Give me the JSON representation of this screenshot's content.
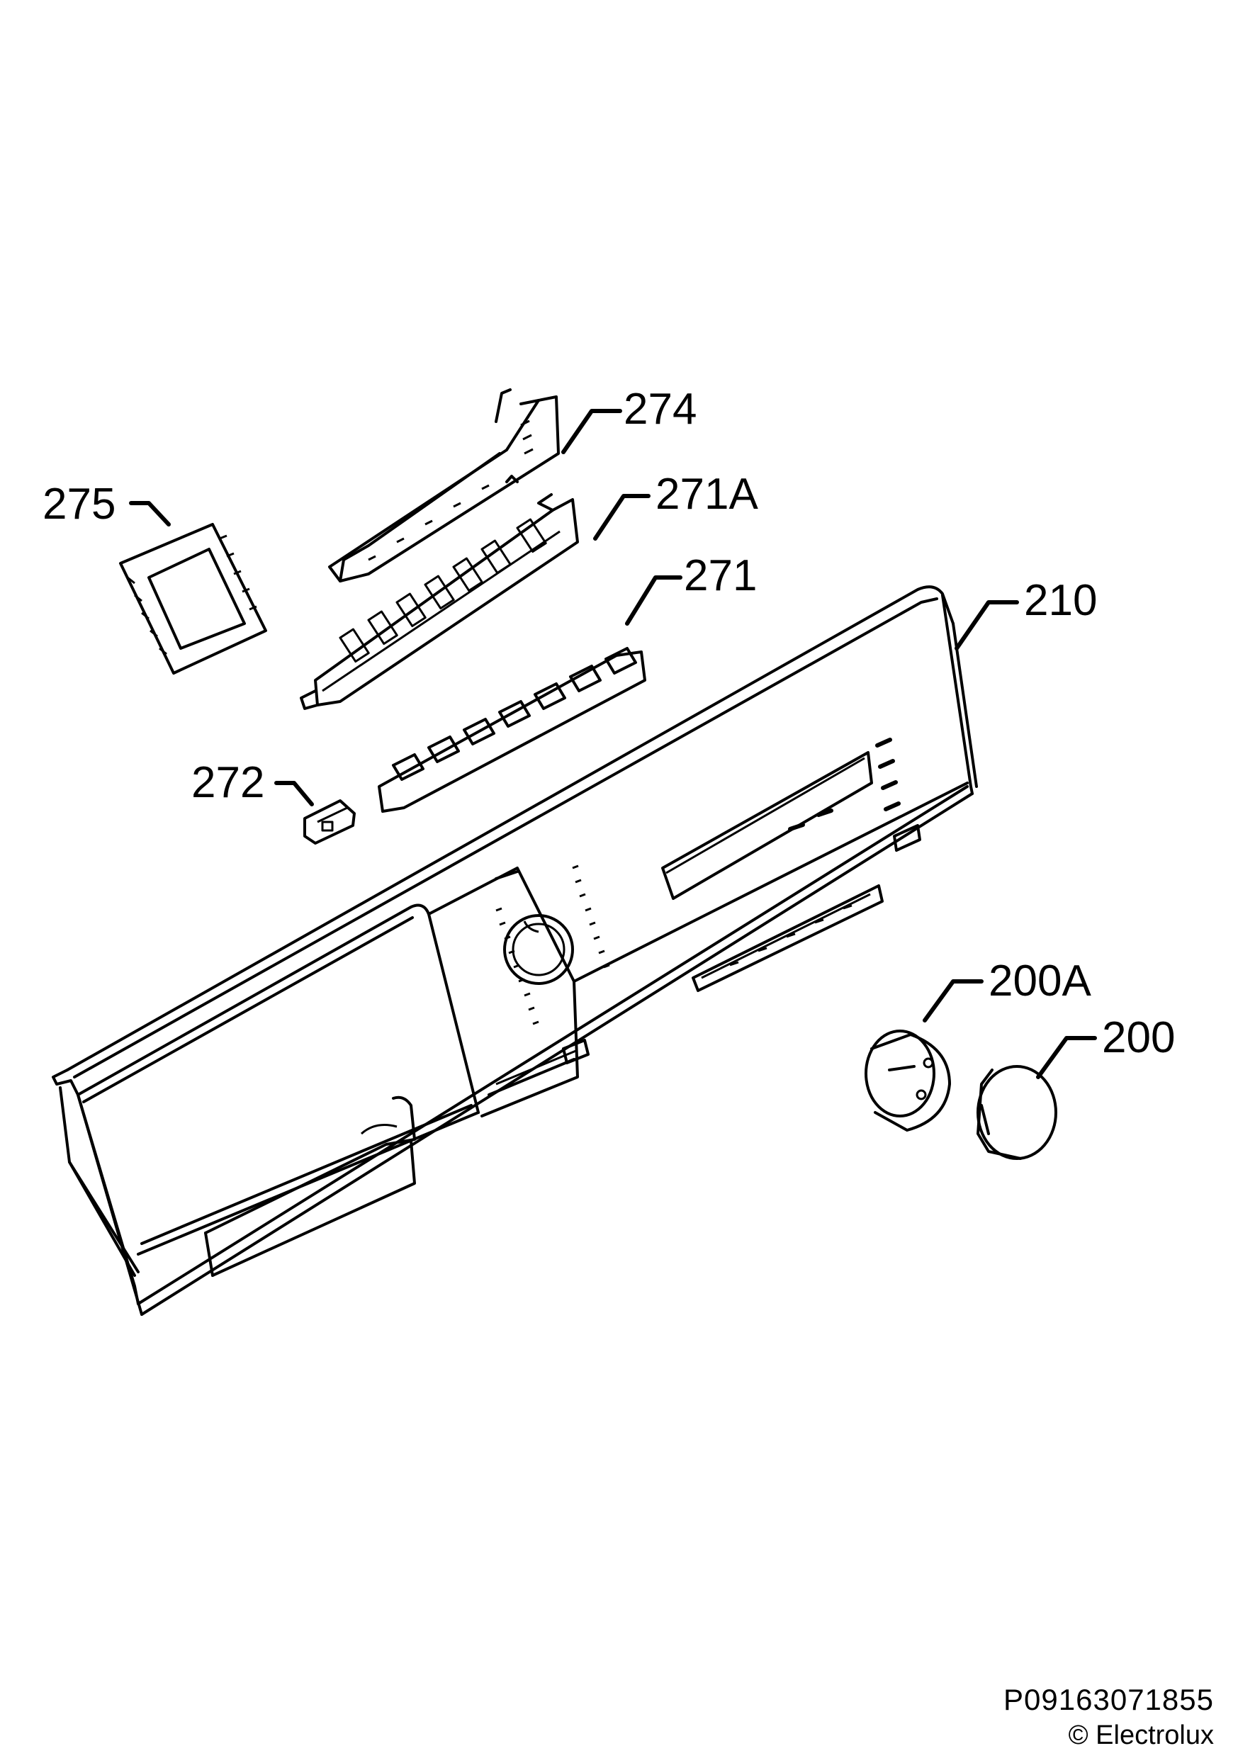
{
  "labels": {
    "l274": "274",
    "l275": "275",
    "l271A": "271A",
    "l271": "271",
    "l210": "210",
    "l272": "272",
    "l200A": "200A",
    "l200": "200"
  },
  "footer": {
    "code": "P09163071855",
    "brand": "© Electrolux"
  }
}
